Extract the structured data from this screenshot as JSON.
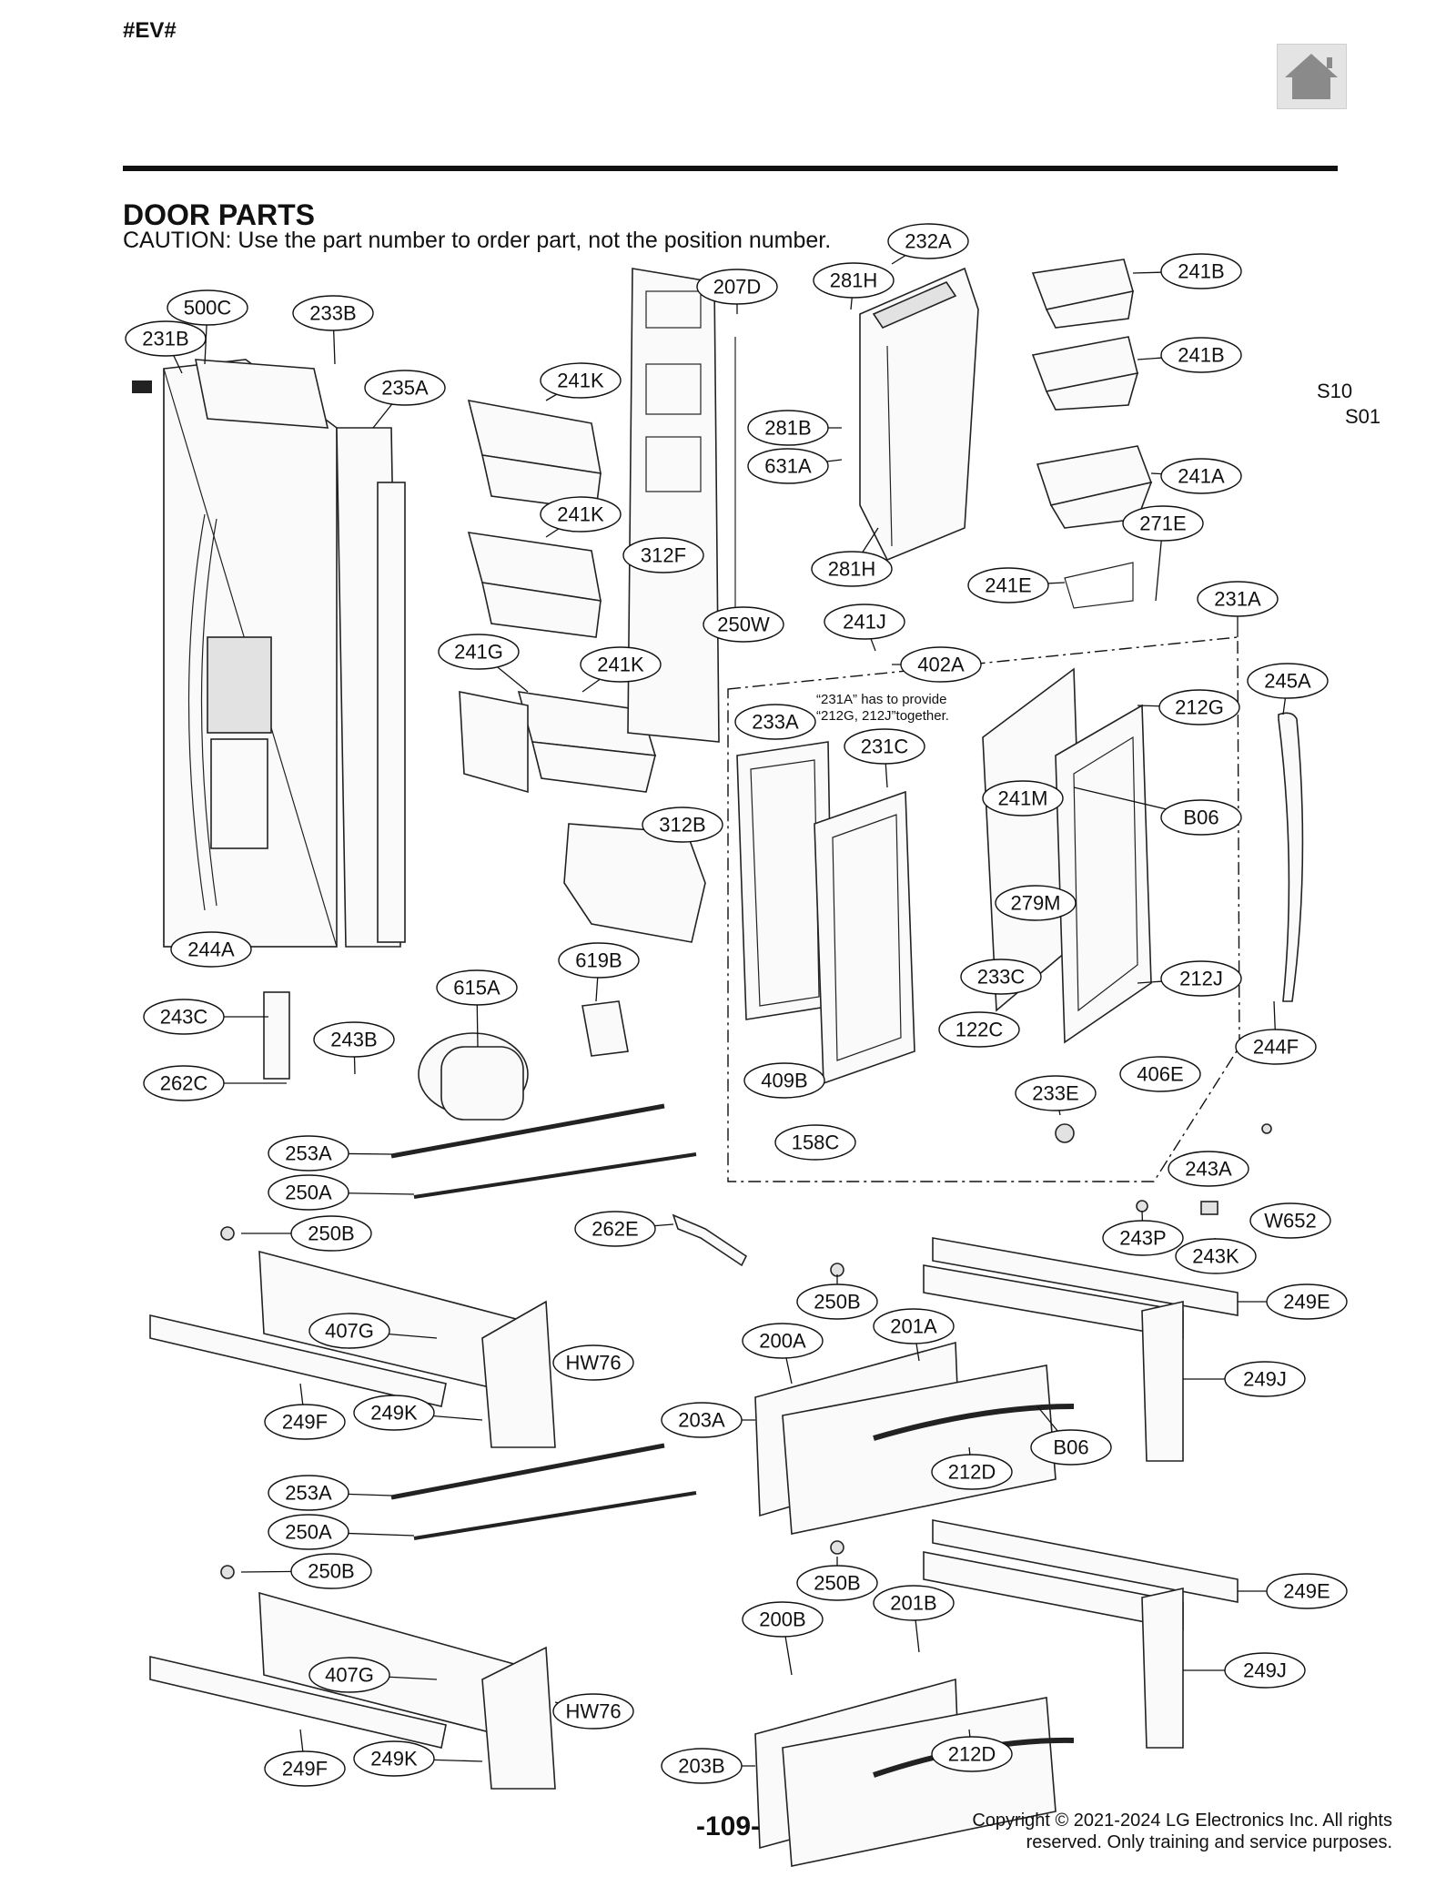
{
  "header": {
    "code": "#EV#"
  },
  "home_icon": "home-icon",
  "title": "DOOR PARTS",
  "caution": "CAUTION: Use the part number to order part, not the position number.",
  "side_codes": [
    "S10",
    "S01"
  ],
  "note": [
    "“231A” has to provide",
    "“212G, 212J”together."
  ],
  "callouts": [
    "232A",
    "207D",
    "281H",
    "241B",
    "500C",
    "233B",
    "231B",
    "235A",
    "241K",
    "241B",
    "281B",
    "631A",
    "241A",
    "241K",
    "312F",
    "281H",
    "271E",
    "241E",
    "250W",
    "241J",
    "231A",
    "241G",
    "241K",
    "402A",
    "245A",
    "233A",
    "231C",
    "212G",
    "241M",
    "B06",
    "312B",
    "279M",
    "244A",
    "619B",
    "615A",
    "233C",
    "212J",
    "243C",
    "122C",
    "243B",
    "244F",
    "262C",
    "409B",
    "406E",
    "233E",
    "158C",
    "253A",
    "250A",
    "243A",
    "262E",
    "W652",
    "250B",
    "243P",
    "243K",
    "250B",
    "249E",
    "407G",
    "200A",
    "201A",
    "HW76",
    "249J",
    "203A",
    "249F",
    "249K",
    "B06",
    "212D",
    "253A",
    "250A",
    "250B",
    "250B",
    "249E",
    "200B",
    "201B",
    "407G",
    "249J",
    "HW76",
    "203B",
    "212D",
    "249F",
    "249K"
  ],
  "footer": {
    "page": "-109-",
    "copyright_line1": "Copyright © 2021-2024 LG Electronics Inc. All rights",
    "copyright_line2": "reserved. Only training and service purposes."
  }
}
